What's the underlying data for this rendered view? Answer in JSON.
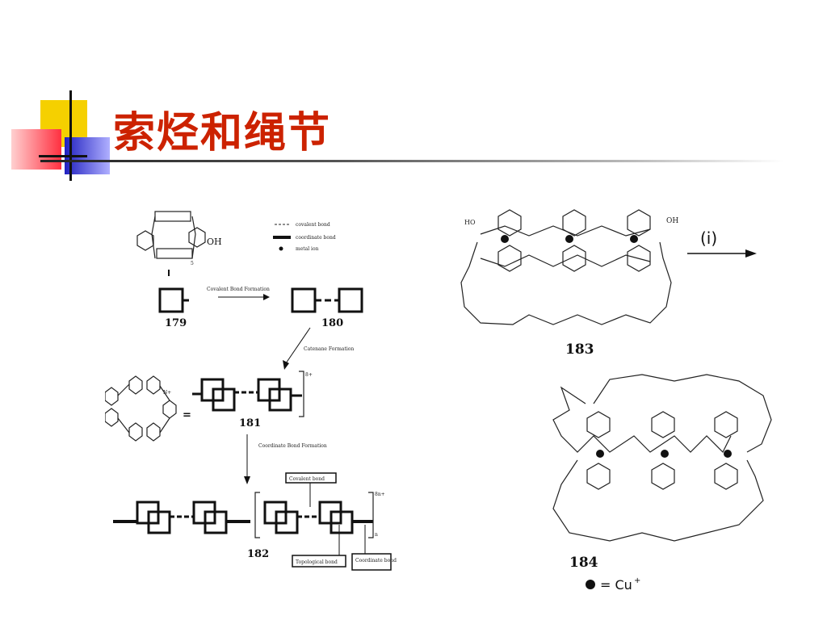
{
  "slide": {
    "title": "索烃和绳节"
  },
  "left_scheme": {
    "legend": {
      "covalent_bond": "covalent bond",
      "coordinate_bond": "coordinate bond",
      "metal_ion": "metal ion"
    },
    "compounds": [
      "179",
      "180",
      "181",
      "182"
    ],
    "steps": {
      "step1": "Covalent Bond Formation",
      "step2": "Catenane Formation",
      "step3": "Coordinate Bond Formation"
    },
    "charges": {
      "c181": "8+",
      "c182": "8n+"
    },
    "callouts": {
      "covalent": "Covalent bond",
      "topological": "Topological bond",
      "coordinate": "Coordinate bond"
    },
    "labels": {
      "oh": "OH",
      "n_plus": "N+",
      "equals": "=",
      "n_sub": "n",
      "sub5": "5"
    }
  },
  "right_scheme": {
    "compounds": [
      "183",
      "184"
    ],
    "reagent": "(i)",
    "oh_left": "HO",
    "oh_right": "OH",
    "legend_eq": "= Cu",
    "legend_sup": "+"
  }
}
